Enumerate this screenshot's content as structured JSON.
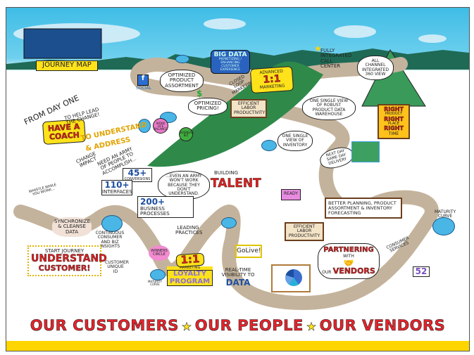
{
  "title": "Journey Map",
  "tagline": {
    "part1": "OUR CUSTOMERS",
    "part2": "OUR PEOPLE",
    "part3": "OUR VENDORS"
  },
  "labels": {
    "from_day_one": "From Day One",
    "have_a_coach": "Have a Coach",
    "help_lead": "to help lead the change!",
    "to_understand": "To understand",
    "address": "& address",
    "change_impact": "change impact",
    "need_army": "Need an army of people to accomplish...",
    "conversions_num": "45+",
    "conversions": "Conversions",
    "interfaces_num": "110+",
    "interfaces": "Interfaces",
    "army_wont_work": "...Even an army won't work because they don't understand.",
    "processes_num": "200+",
    "processes": "Business Processes",
    "work_life": "Work Life Balance",
    "business_biz": "Business Biz",
    "whistle": "Whistle while you work...",
    "synchronize": "Synchronize & cleanse data",
    "continuous": "Continuous consumer and biz insights",
    "start_journey": "Start Journey",
    "understand": "Understand",
    "customer": "Customer!",
    "customer_id": "Customer unique ID",
    "winners_circle": "Winners Circle",
    "maturity_curve_1": "Maturity Curve",
    "leading_practices": "Leading Practices",
    "marketing_11": "1:1",
    "marketing": "Marketing",
    "loyalty": "Loyalty Program",
    "social": "Social",
    "optimized_assortment": "Optimized Product Assortment",
    "optimized_pricing": "Optimized Pricing!",
    "big_data": "Big Data",
    "big_data_sub": "Monetizing / Enhancing Customer Experience",
    "closed_loop": "Closed Loop Marketing",
    "advanced": "Advanced",
    "advanced_11": "1:1",
    "advanced_marketing": "Marketing",
    "call_center": "Fully Integrated Call Center",
    "all_channel": "All Channel Integrated 360 View",
    "efficient_1": "Efficient Labor Productivity",
    "robust": "One single view of Robust product data warehouse",
    "inventory": "One single view of inventory",
    "next_day": "Next day same day delivery",
    "right": "Right",
    "product": "Product",
    "place": "Place",
    "time": "Time",
    "building": "Building",
    "talent": "Talent",
    "ready": "Ready",
    "golive": "GoLive!",
    "efficient_2": "Efficient Labor Productivity",
    "better_planning": "Better planning, product assortment & inventory forecasting",
    "maturity_curve_2": "Maturity Curve",
    "consumer_services": "Consumer Services",
    "runner_number": "52",
    "real_time": "Real-time visibility to",
    "data": "Data",
    "partnering": "Partnering",
    "with": "with",
    "our": "our",
    "vendors": "Vendors"
  },
  "colors": {
    "sky": "#3fbde6",
    "path": "#c4b39c",
    "accent_yellow": "#ffd500",
    "accent_red": "#e8232b",
    "mountain": "#2f8a4a"
  }
}
